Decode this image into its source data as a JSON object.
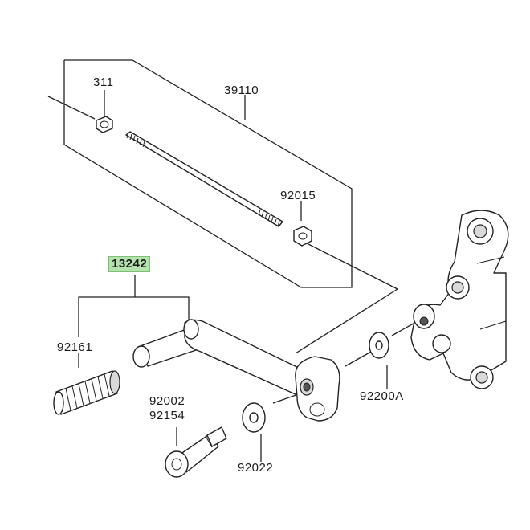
{
  "parts": {
    "p311": "311",
    "p39110": "39110",
    "p92015": "92015",
    "p13242": "13242",
    "p92161": "92161",
    "p92200A": "92200A",
    "p92002": "92002",
    "p92154": "92154",
    "p92022": "92022"
  },
  "colors": {
    "highlight": "#b6e2b0",
    "line": "#222222"
  }
}
